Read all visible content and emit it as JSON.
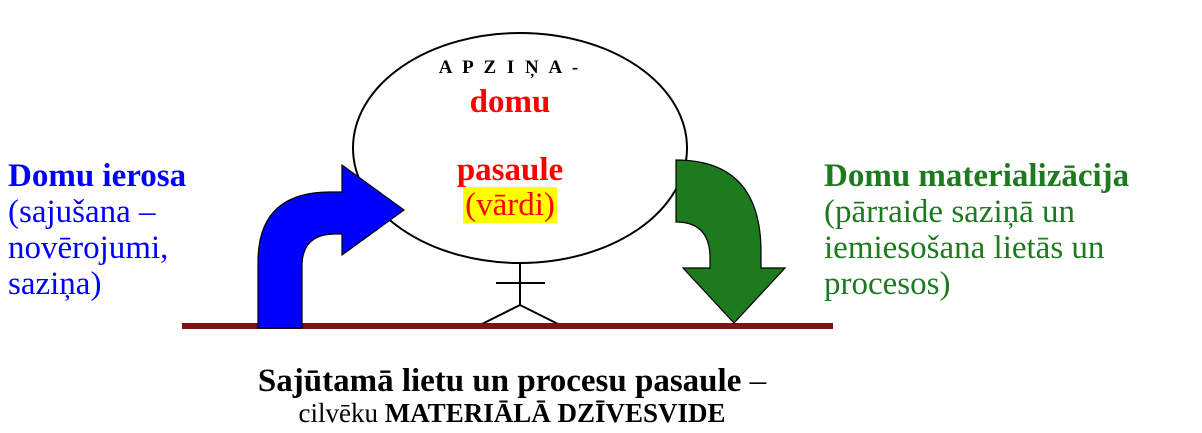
{
  "colors": {
    "blue": "#0000ff",
    "green": "#1e7a1e",
    "red": "#ff0000",
    "highlight": "#ffff00",
    "ground": "#7a1515",
    "black": "#000000"
  },
  "circle": {
    "heading": "A P Z I Ņ A -",
    "line1": "domu",
    "line2": "pasaule",
    "line3": "(vārdi)"
  },
  "left": {
    "title": "Domu ierosa",
    "lines": [
      "(sajušana –",
      "novērojumi,",
      "saziņa)"
    ]
  },
  "right": {
    "title": "Domu materializācija",
    "lines": [
      "(pārraide saziņā un",
      "iemiesošana lietās un",
      "procesos)"
    ]
  },
  "bottom": {
    "line1_bold": "Sajūtamā  lietu un procesu  pasaule",
    "line1_rest": " –",
    "line2_normal": "cilvēku ",
    "line2_bold": "MATERIĀLĀ DZĪVESVIDE"
  },
  "icons": {
    "left_arrow": "curved-arrow-up-right",
    "right_arrow": "curved-arrow-down",
    "figure": "stick-figure"
  }
}
